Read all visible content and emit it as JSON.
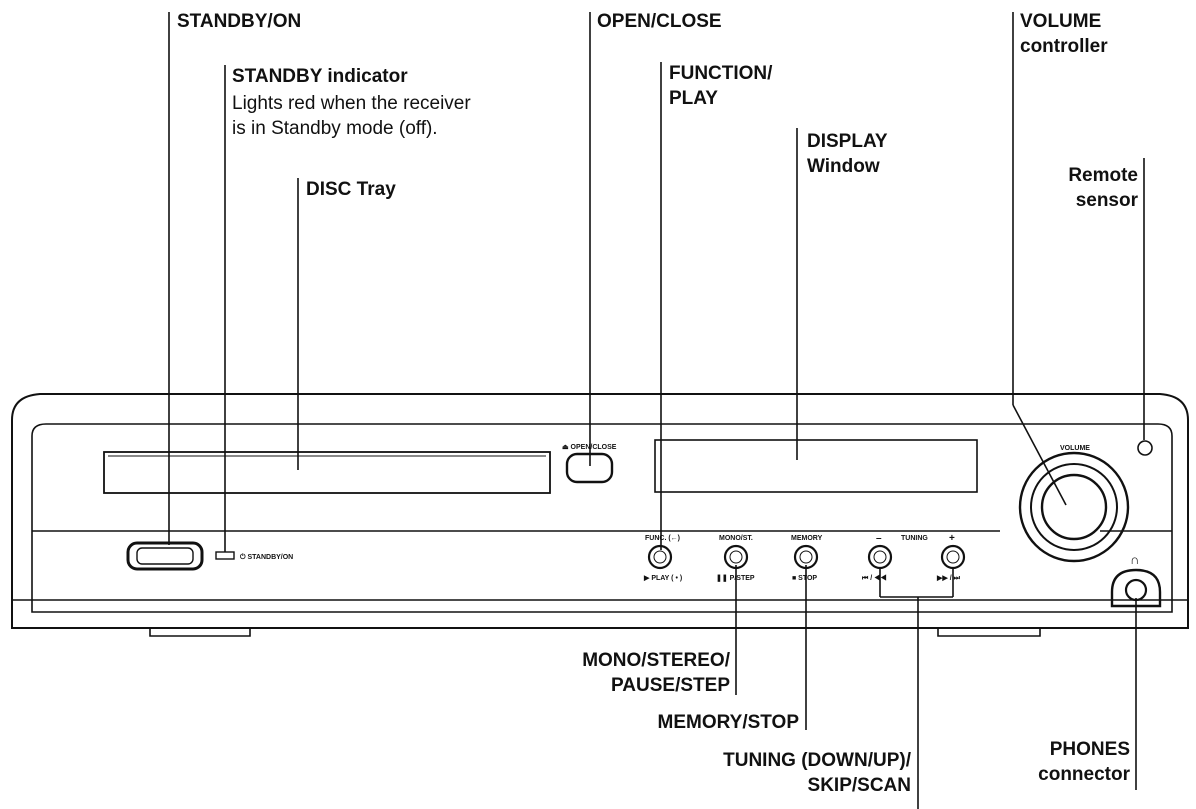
{
  "callouts": {
    "standby_on": "STANDBY/ON",
    "standby_indicator": "STANDBY indicator",
    "standby_indicator_desc": [
      "Lights red when the receiver",
      "is in Standby mode (off)."
    ],
    "disc_tray": "DISC Tray",
    "open_close": "OPEN/CLOSE",
    "function_play": [
      "FUNCTION/",
      "PLAY"
    ],
    "display_window": [
      "DISPLAY",
      "Window"
    ],
    "volume_controller": [
      "VOLUME",
      "controller"
    ],
    "remote_sensor": [
      "Remote",
      "sensor"
    ],
    "mono_stereo_pause_step": [
      "MONO/STEREO/",
      "PAUSE/STEP"
    ],
    "memory_stop": "MEMORY/STOP",
    "tuning_skip_scan": [
      "TUNING (DOWN/UP)/",
      "SKIP/SCAN"
    ],
    "phones_connector": [
      "PHONES",
      "connector"
    ]
  },
  "panel_labels": {
    "open_close": "⏏ OPEN/CLOSE",
    "standby_on": "⏻ STANDBY/ON",
    "volume": "VOLUME",
    "func": "FUNC. (←)",
    "play": "▶ PLAY ( • )",
    "mono_st": "MONO/ST.",
    "pause_step": "❚❚ P/STEP",
    "memory": "MEMORY",
    "stop": "■ STOP",
    "tuning_minus": "–",
    "tuning": "TUNING",
    "tuning_plus": "+",
    "skip_back": "⏮ / ◀◀",
    "skip_fwd": "▶▶ / ⏭",
    "phones_symbol": "∩"
  }
}
